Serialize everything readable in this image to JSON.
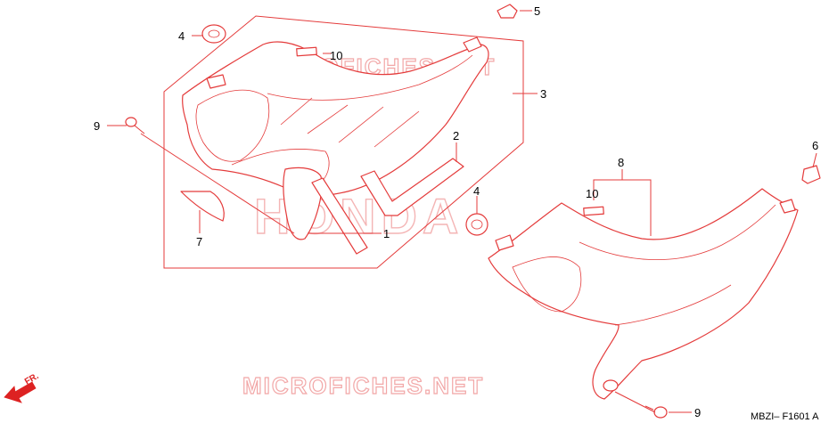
{
  "watermarks": {
    "site_top": "MICROFICHES.NET",
    "site_bottom": "MICROFICHES.NET",
    "brand": "HONDA"
  },
  "callouts": {
    "c1": "1",
    "c2": "2",
    "c3": "3",
    "c4a": "4",
    "c4b": "4",
    "c5": "5",
    "c6": "6",
    "c7": "7",
    "c8": "8",
    "c9a": "9",
    "c9b": "9",
    "c10a": "10",
    "c10b": "10"
  },
  "diagram_code": "MBZI– F1601 A",
  "direction_label": "FR.",
  "colors": {
    "line": "#e43b3b",
    "watermark": "#f2a7a7",
    "text": "#000000"
  }
}
